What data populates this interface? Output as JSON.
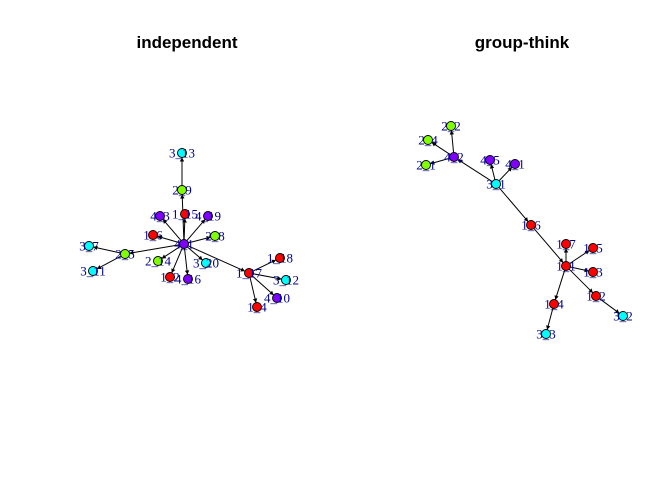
{
  "colors": {
    "1": "#ff0000",
    "2": "#80ff00",
    "3": "#00ffff",
    "4": "#8000ff",
    "edge": "#000000",
    "label": "#00008b"
  },
  "panels": [
    {
      "id": "independent",
      "title": "independent",
      "nodes": [
        {
          "id": "4_1",
          "label": "4_1",
          "group": 4
        },
        {
          "id": "3_13",
          "label": "3_13",
          "group": 3
        },
        {
          "id": "2_9",
          "label": "2_9",
          "group": 2
        },
        {
          "id": "4_3",
          "label": "4_3",
          "group": 4
        },
        {
          "id": "1_15",
          "label": "1_15",
          "group": 1
        },
        {
          "id": "4_19",
          "label": "4_19",
          "group": 4
        },
        {
          "id": "1_6",
          "label": "1_6",
          "group": 1
        },
        {
          "id": "2_8",
          "label": "2_8",
          "group": 2
        },
        {
          "id": "3_7",
          "label": "3_7",
          "group": 3
        },
        {
          "id": "2_5",
          "label": "2_5",
          "group": 2
        },
        {
          "id": "3_11",
          "label": "3_11",
          "group": 3
        },
        {
          "id": "2_14",
          "label": "2_14",
          "group": 2
        },
        {
          "id": "1_2",
          "label": "1_2",
          "group": 1
        },
        {
          "id": "4_16",
          "label": "4_16",
          "group": 4
        },
        {
          "id": "3_20",
          "label": "3_20",
          "group": 3
        },
        {
          "id": "1_17",
          "label": "1_17",
          "group": 1
        },
        {
          "id": "1_18",
          "label": "1_18",
          "group": 1
        },
        {
          "id": "3_12",
          "label": "3_12",
          "group": 3
        },
        {
          "id": "4_10",
          "label": "4_10",
          "group": 4
        },
        {
          "id": "1_4",
          "label": "1_4",
          "group": 1
        }
      ],
      "edges": [
        [
          "2_9",
          "3_13"
        ],
        [
          "4_1",
          "2_9"
        ],
        [
          "4_1",
          "4_3"
        ],
        [
          "4_1",
          "1_15"
        ],
        [
          "4_1",
          "4_19"
        ],
        [
          "4_1",
          "1_6"
        ],
        [
          "4_1",
          "2_8"
        ],
        [
          "4_1",
          "2_5"
        ],
        [
          "2_5",
          "3_7"
        ],
        [
          "2_5",
          "3_11"
        ],
        [
          "4_1",
          "2_14"
        ],
        [
          "4_1",
          "1_2"
        ],
        [
          "4_1",
          "4_16"
        ],
        [
          "4_1",
          "3_20"
        ],
        [
          "4_1",
          "1_17"
        ],
        [
          "1_17",
          "1_18"
        ],
        [
          "1_17",
          "3_12"
        ],
        [
          "1_17",
          "4_10"
        ],
        [
          "1_17",
          "1_4"
        ]
      ]
    },
    {
      "id": "group-think",
      "title": "group-think",
      "nodes": [
        {
          "id": "2_2",
          "label": "2_2",
          "group": 2
        },
        {
          "id": "2_4",
          "label": "2_4",
          "group": 2
        },
        {
          "id": "4_2",
          "label": "4_2",
          "group": 4
        },
        {
          "id": "2_1",
          "label": "2_1",
          "group": 2
        },
        {
          "id": "4_5",
          "label": "4_5",
          "group": 4
        },
        {
          "id": "4_1",
          "label": "4_1",
          "group": 4
        },
        {
          "id": "3_1",
          "label": "3_1",
          "group": 3
        },
        {
          "id": "1_6",
          "label": "1_6",
          "group": 1
        },
        {
          "id": "1_7",
          "label": "1_7",
          "group": 1
        },
        {
          "id": "1_5",
          "label": "1_5",
          "group": 1
        },
        {
          "id": "1_1",
          "label": "1_1",
          "group": 1
        },
        {
          "id": "1_3",
          "label": "1_3",
          "group": 1
        },
        {
          "id": "1_4",
          "label": "1_4",
          "group": 1
        },
        {
          "id": "1_2",
          "label": "1_2",
          "group": 1
        },
        {
          "id": "3_2",
          "label": "3_2",
          "group": 3
        },
        {
          "id": "3_3",
          "label": "3_3",
          "group": 3
        }
      ],
      "edges": [
        [
          "4_2",
          "2_2"
        ],
        [
          "4_2",
          "2_4"
        ],
        [
          "4_2",
          "2_1"
        ],
        [
          "3_1",
          "4_2"
        ],
        [
          "3_1",
          "4_5"
        ],
        [
          "3_1",
          "4_1"
        ],
        [
          "3_1",
          "1_6"
        ],
        [
          "1_6",
          "1_1"
        ],
        [
          "1_1",
          "1_7"
        ],
        [
          "1_1",
          "1_5"
        ],
        [
          "1_1",
          "1_3"
        ],
        [
          "1_1",
          "1_2"
        ],
        [
          "1_2",
          "3_2"
        ],
        [
          "1_1",
          "1_4"
        ],
        [
          "1_4",
          "3_3"
        ]
      ]
    }
  ]
}
